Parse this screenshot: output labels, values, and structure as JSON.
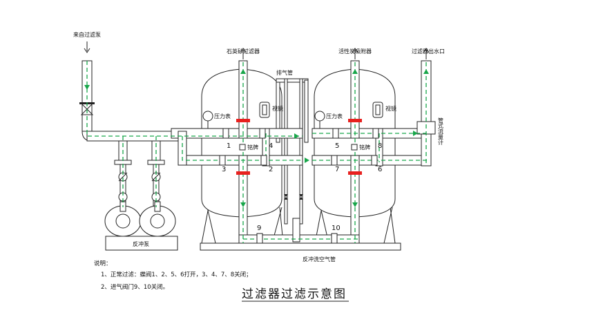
{
  "labels": {
    "inlet": "来自过滤泵",
    "tank1": "石英砂过滤器",
    "tank2": "活性炭吸附器",
    "vent": "排气管",
    "outlet": "过滤器出水口",
    "flowmeter": "管式流量计",
    "sightglass1": "视镜",
    "sightglass2": "视镜",
    "gauge1": "压力表",
    "gauge2": "压力表",
    "nameplate1": "铭牌",
    "nameplate2": "铭牌",
    "pumps": "反冲泵",
    "backwash_air": "反冲洗空气管"
  },
  "valves": [
    "1",
    "2",
    "3",
    "4",
    "5",
    "6",
    "7",
    "8",
    "9",
    "10"
  ],
  "notes": {
    "title": "说明：",
    "line1": "1、正常过滤：蝶阀1、2、5、6打开，3、4、7、8关闭；",
    "line2": "2、进气阀门9、10关闭。"
  },
  "caption": "过滤器过滤示意图",
  "colors": {
    "flow": "#18a64a",
    "marker": "#e8211f",
    "line": "#222222"
  }
}
